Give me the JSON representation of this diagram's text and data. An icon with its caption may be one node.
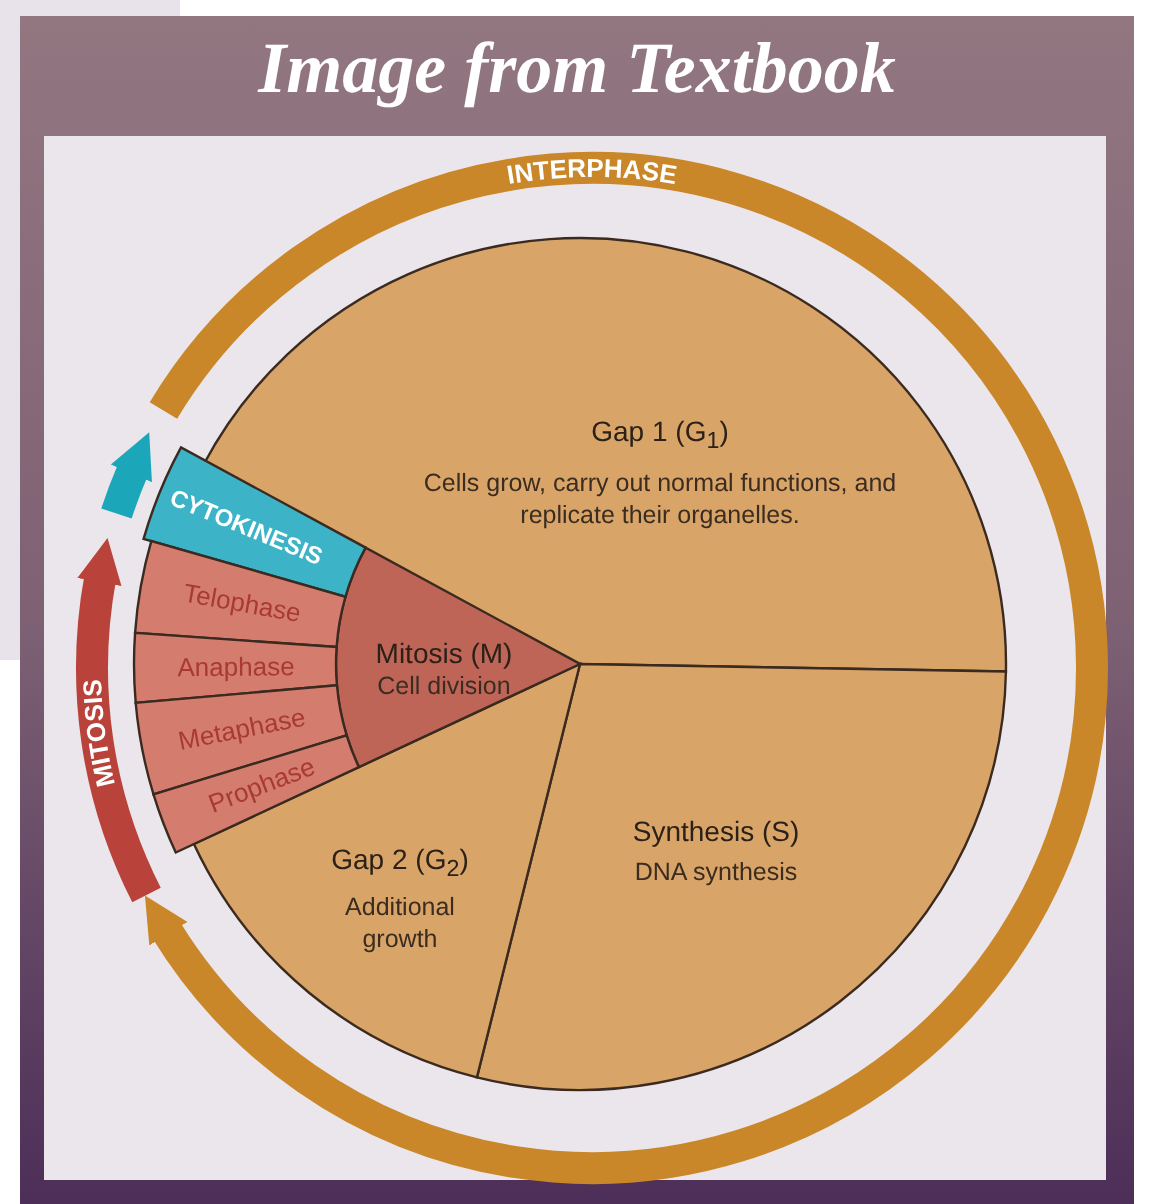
{
  "diagram": {
    "title": "Image from Textbook",
    "nodes": [
      {
        "text": [
          "Gap 1 (G$_{1}$)",
          "Cells grow, carry out normal functions, and replicate their organelles."
        ]
      },
      {
        "text": [
          "Synthesis (S)",
          "DNA synthesis"
        ]
      },
      {
        "text": [
          "Gap 2 (G$_{2}$)",
          "Additional growth"
        ]
      },
      {
        "text": [
          "Mitosis (M)",
          "Cell division"
        ]
      },
      {
        "text": [
          "CYTOKINESIS"
        ]
      },
      {
        "text": [
          "Telophase"
        ]
      },
      {
        "text": [
          "Anaphase"
        ]
      },
      {
        "text": [
          "Metaphase"
        ]
      },
      {
        "text": [
          "Prophase"
        ]
      }
    ],
    "labels": [
      "INTERPHASE",
      "MITOSIS"
    ]
  }
}
